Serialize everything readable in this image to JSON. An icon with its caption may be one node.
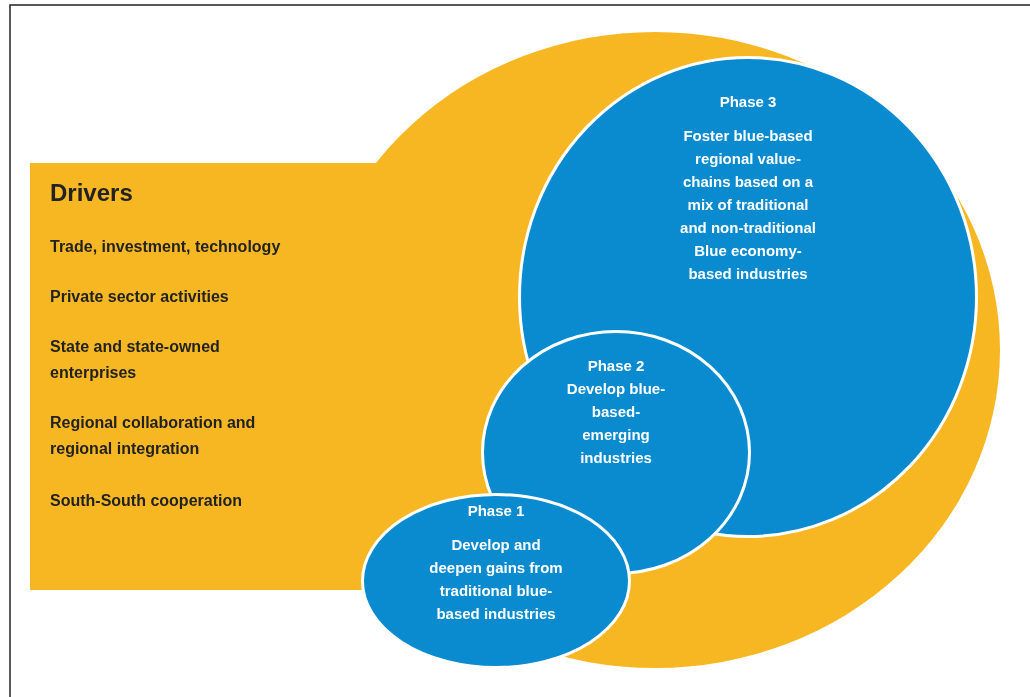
{
  "diagram": {
    "nodes": [
      {
        "text": [
          "Drivers",
          "Trade, investment, technology",
          "Private sector activities",
          "State and state-owned enterprises",
          "Regional collaboration and regional integration",
          "South-South cooperation"
        ]
      },
      {
        "text": [
          "Phase 3",
          "Foster blue-based regional value-chains based on a mix of traditional and non-traditional Blue economy-based industries"
        ],
        "in": 0
      },
      {
        "text": [
          "Phase 2",
          "Develop blue-based-emerging industries"
        ],
        "in": 0
      },
      {
        "text": [
          "Phase 1",
          "Develop and deepen gains from traditional blue-based industries"
        ],
        "in": 0
      }
    ],
    "edges": []
  }
}
